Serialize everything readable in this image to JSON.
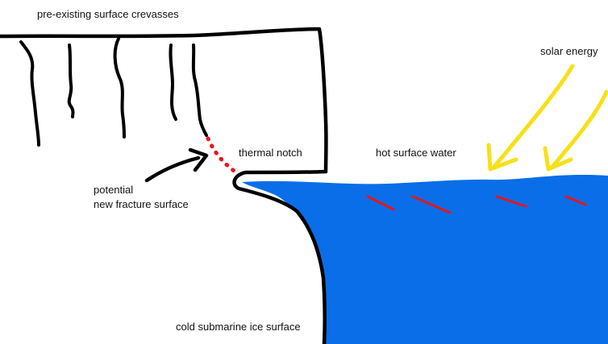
{
  "labels": {
    "crevasses": "pre-existing surface crevasses",
    "solar": "solar energy",
    "notch": "thermal notch",
    "hot_water": "hot surface water",
    "fracture_line1": "potential",
    "fracture_line2": "new fracture surface",
    "cold_surface": "cold submarine ice surface"
  },
  "colors": {
    "water": "#0a6ee8",
    "ice_outline": "#000000",
    "sun_arrow": "#f7e01a",
    "heat_marks": "#e8161b",
    "fracture_dots": "#e8161b"
  },
  "icons": {
    "solar_arrows": "arrow-down-left-icon",
    "pointer_arrow": "arrow-up-right-icon"
  }
}
